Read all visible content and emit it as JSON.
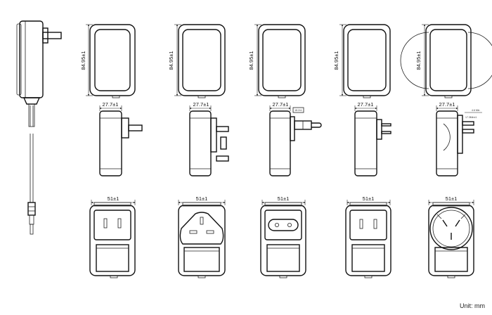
{
  "dimensions": {
    "height": "84.95±1",
    "depth": "27.7±1",
    "width": "51±1"
  },
  "callouts": {
    "plug_small": "18.2±1",
    "aus_a": "4.6 Min",
    "aus_b": "17.3Min±1"
  },
  "unit_label": "Unit: mm"
}
